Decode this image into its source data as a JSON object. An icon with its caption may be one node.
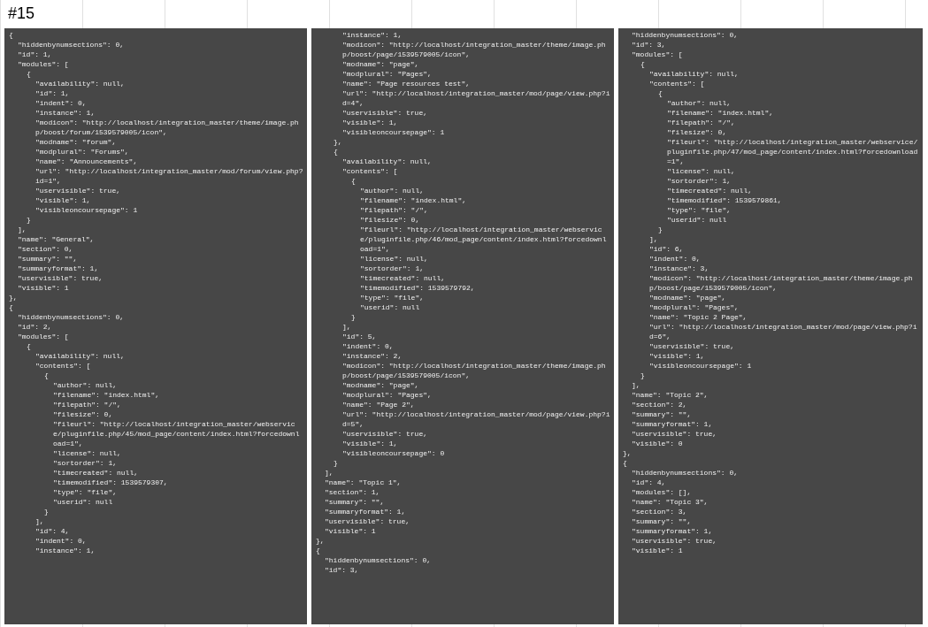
{
  "diagram": {
    "title": "#15",
    "nodes": [
      {
        "text": [
          "{",
          "\"hiddenbynumsections\": 0,",
          "\"id\": 1,",
          "\"modules\": [",
          "{",
          "\"availability\": null,",
          "\"id\": 1,",
          "\"indent\": 0,",
          "\"instance\": 1,",
          "\"modicon\": \"http://localhost/integration_master/theme/image.php/boost/forum/1539579005/icon\",",
          "\"modname\": \"forum\",",
          "\"modplural\": \"Forums\",",
          "\"name\": \"Announcements\",",
          "\"url\": \"http://localhost/integration_master/mod/forum/view.php?id=1\",",
          "\"uservisible\": true,",
          "\"visible\": 1,",
          "\"visibleoncoursepage\": 1",
          "}",
          "],",
          "\"name\": \"General\",",
          "\"section\": 0,",
          "\"summary\": \"\",",
          "\"summaryformat\": 1,",
          "\"uservisible\": true,",
          "\"visible\": 1",
          "},",
          "{",
          "\"hiddenbynumsections\": 0,",
          "\"id\": 2,",
          "\"modules\": [",
          "{",
          "\"availability\": null,",
          "\"contents\": [",
          "{",
          "\"author\": null,",
          "\"filename\": \"index.html\",",
          "\"filepath\": \"/\",",
          "\"filesize\": 0,",
          "\"fileurl\": \"http://localhost/integration_master/webservice/pluginfile.php/45/mod_page/content/index.html?forcedownload=1\",",
          "\"license\": null,",
          "\"sortorder\": 1,",
          "\"timecreated\": null,",
          "\"timemodified\": 1539579307,",
          "\"type\": \"file\",",
          "\"userid\": null",
          "}",
          "],",
          "\"id\": 4,",
          "\"indent\": 0,",
          "\"instance\": 1,"
        ]
      },
      {
        "text": [
          "\"instance\": 1,",
          "\"modicon\": \"http://localhost/integration_master/theme/image.php/boost/page/1539579005/icon\",",
          "\"modname\": \"page\",",
          "\"modplural\": \"Pages\",",
          "\"name\": \"Page resources test\",",
          "\"url\": \"http://localhost/integration_master/mod/page/view.php?id=4\",",
          "\"uservisible\": true,",
          "\"visible\": 1,",
          "\"visibleoncoursepage\": 1",
          "},",
          "{",
          "\"availability\": null,",
          "\"contents\": [",
          "{",
          "\"author\": null,",
          "\"filename\": \"index.html\",",
          "\"filepath\": \"/\",",
          "\"filesize\": 0,",
          "\"fileurl\": \"http://localhost/integration_master/webservice/pluginfile.php/46/mod_page/content/index.html?forcedownload=1\",",
          "\"license\": null,",
          "\"sortorder\": 1,",
          "\"timecreated\": null,",
          "\"timemodified\": 1539579792,",
          "\"type\": \"file\",",
          "\"userid\": null",
          "}",
          "],",
          "\"id\": 5,",
          "\"indent\": 0,",
          "\"instance\": 2,",
          "\"modicon\": \"http://localhost/integration_master/theme/image.php/boost/page/1539579005/icon\",",
          "\"modname\": \"page\",",
          "\"modplural\": \"Pages\",",
          "\"name\": \"Page 2\",",
          "\"url\": \"http://localhost/integration_master/mod/page/view.php?id=5\",",
          "\"uservisible\": true,",
          "\"visible\": 1,",
          "\"visibleoncoursepage\": 0",
          "}",
          "],",
          "\"name\": \"Topic 1\",",
          "\"section\": 1,",
          "\"summary\": \"\",",
          "\"summaryformat\": 1,",
          "\"uservisible\": true,",
          "\"visible\": 1",
          "},",
          "{",
          "\"hiddenbynumsections\": 0,",
          "\"id\": 3,"
        ]
      },
      {
        "text": [
          "\"hiddenbynumsections\": 0,",
          "\"id\": 3,",
          "\"modules\": [",
          "{",
          "\"availability\": null,",
          "\"contents\": [",
          "{",
          "\"author\": null,",
          "\"filename\": \"index.html\",",
          "\"filepath\": \"/\",",
          "\"filesize\": 0,",
          "\"fileurl\": \"http://localhost/integration_master/webservice/pluginfile.php/47/mod_page/content/index.html?forcedownload=1\",",
          "\"license\": null,",
          "\"sortorder\": 1,",
          "\"timecreated\": null,",
          "\"timemodified\": 1539579861,",
          "\"type\": \"file\",",
          "\"userid\": null",
          "}",
          "],",
          "\"id\": 6,",
          "\"indent\": 0,",
          "\"instance\": 3,",
          "\"modicon\": \"http://localhost/integration_master/theme/image.php/boost/page/1539579005/icon\",",
          "\"modname\": \"page\",",
          "\"modplural\": \"Pages\",",
          "\"name\": \"Topic 2 Page\",",
          "\"url\": \"http://localhost/integration_master/mod/page/view.php?id=6\",",
          "\"uservisible\": true,",
          "\"visible\": 1,",
          "\"visibleoncoursepage\": 1",
          "}",
          "],",
          "\"name\": \"Topic 2\",",
          "\"section\": 2,",
          "\"summary\": \"\",",
          "\"summaryformat\": 1,",
          "\"uservisible\": true,",
          "\"visible\": 0",
          "},",
          "{",
          "\"hiddenbynumsections\": 0,",
          "\"id\": 4,",
          "\"modules\": [],",
          "\"name\": \"Topic 3\",",
          "\"section\": 3,",
          "\"summary\": \"\",",
          "\"summaryformat\": 1,",
          "\"uservisible\": true,",
          "\"visible\": 1"
        ]
      }
    ]
  }
}
